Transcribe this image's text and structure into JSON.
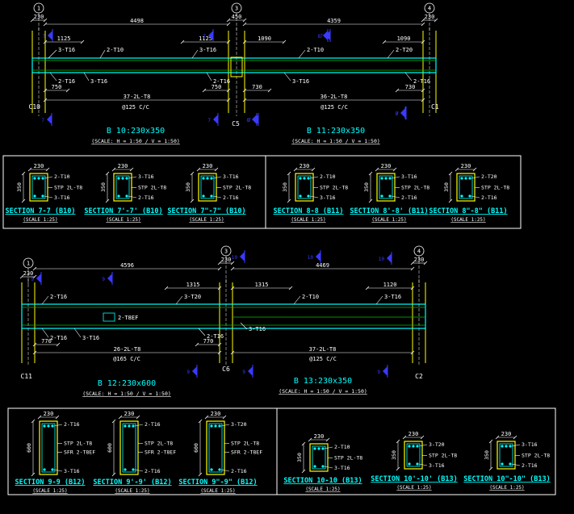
{
  "colors": {
    "background": "#000000",
    "dimension": "#ffffff",
    "beam": "#00ffff",
    "beam_inner": "#00c000",
    "column": "#ffff00",
    "section_title": "#00ffff",
    "scale_text": "#ffffff",
    "cut_marker": "#3a3aff",
    "rebar": "#00ffff",
    "frame": "#ffffff",
    "hatch": "#ff9900"
  },
  "elevation_top": {
    "axis_1": "1",
    "axis_3": "3",
    "axis_4": "4",
    "dim_col_left": "230",
    "dim_col_mid": "450",
    "dim_col_right": "230",
    "span_left": "4498",
    "span_right": "4359",
    "b10_top_left_len": "1125",
    "b10_top_right_len": "1125",
    "b11_top_left_len": "1090",
    "b11_top_right_len": "1090",
    "b10_bot_left_len": "750",
    "b10_bot_right_len": "750",
    "b11_bot_left_len": "730",
    "b11_bot_right_len": "730",
    "b10_t1": "3-T16",
    "b10_t2": "2-T10",
    "b10_t3": "3-T16",
    "b11_t1": "2-T10",
    "b11_t2": "2-T20",
    "b10_bot1": "2-T16",
    "b10_bot2": "3-T16",
    "b10_bot3": "2-T16",
    "b11_bot1": "3-T16",
    "b11_bot2": "2-T16",
    "b10_stirrup": "37-2L-T8",
    "b10_spacing": "@125 C/C",
    "b11_stirrup": "36-2L-T8",
    "b11_spacing": "@125 C/C",
    "col_left": "C10",
    "col_mid": "C5",
    "col_right": "C1",
    "cut_7": "7",
    "cut_8": "8",
    "b10_title": "B 10:230x350",
    "b10_scale": "(SCALE: H = 1:50 / V = 1:50)",
    "b11_title": "B 11:230x350",
    "b11_scale": "(SCALE: H = 1:50 / V = 1:50)"
  },
  "sections_top": [
    {
      "title": "SECTION 7-7 (B10)",
      "scale": "(SCALE 1:25)",
      "width": "230",
      "depth": "350",
      "top": "2-T10",
      "stirrup": "STP 2L-T8",
      "bottom": "3-T16"
    },
    {
      "title": "SECTION 7'-7' (B10)",
      "scale": "(SCALE 1:25)",
      "width": "230",
      "depth": "350",
      "top": "3-T16",
      "stirrup": "STP 2L-T8",
      "bottom": "2-T16"
    },
    {
      "title": "SECTION 7\"-7\" (B10)",
      "scale": "(SCALE 1:25)",
      "width": "230",
      "depth": "350",
      "top": "3-T16",
      "stirrup": "STP 2L-T8",
      "bottom": "2-T16"
    },
    {
      "title": "SECTION 8-8 (B11)",
      "scale": "(SCALE 1:25)",
      "width": "230",
      "depth": "350",
      "top": "2-T10",
      "stirrup": "STP 2L-T8",
      "bottom": "3-T16"
    },
    {
      "title": "SECTION 8'-8' (B11)",
      "scale": "(SCALE 1:25)",
      "width": "230",
      "depth": "350",
      "top": "3-T16",
      "stirrup": "STP 2L-T8",
      "bottom": "2-T16"
    },
    {
      "title": "SECTION 8\"-8\" (B11)",
      "scale": "(SCALE 1:25)",
      "width": "230",
      "depth": "350",
      "top": "2-T20",
      "stirrup": "STP 2L-T8",
      "bottom": "2-T16"
    }
  ],
  "elevation_bottom": {
    "axis_1": "1",
    "axis_3": "3",
    "axis_4": "4",
    "dim_col_left": "230",
    "dim_col_mid": "230",
    "dim_col_right": "230",
    "span_left": "4596",
    "span_right": "4469",
    "b12_top_len": "1315",
    "b13_top_left_len": "1315",
    "b13_top_right_len": "1120",
    "b12_bot_left_len": "770",
    "b12_bot_right_len": "770",
    "b12_t1": "2-T16",
    "b12_t2": "3-T20",
    "b12_sfr": "2-T8EF",
    "b13_t1": "2-T10",
    "b13_t2": "3-T16",
    "b12_bot1": "2-T16",
    "b12_bot2": "3-T16",
    "b12_bot3": "2-T16",
    "b13_bot1": "3-T16",
    "b12_stirrup": "26-2L-T8",
    "b12_spacing": "@165 C/C",
    "b13_stirrup": "37-2L-T8",
    "b13_spacing": "@125 C/C",
    "col_left": "C11",
    "col_mid": "C6",
    "col_right": "C2",
    "cut_9": "9",
    "cut_10": "10",
    "b12_title": "B 12:230x600",
    "b12_scale": "(SCALE: H = 1:50 / V = 1:50)",
    "b13_title": "B 13:230x350",
    "b13_scale": "(SCALE: H = 1:50 / V = 1:50)"
  },
  "sections_bottom_b12": [
    {
      "title": "SECTION 9-9 (B12)",
      "scale": "(SCALE 1:25)",
      "width": "230",
      "depth": "600",
      "top": "2-T16",
      "stirrup": "STP 2L-T8",
      "sfr": "SFR 2-T8EF",
      "bottom": "3-T16"
    },
    {
      "title": "SECTION 9'-9' (B12)",
      "scale": "(SCALE 1:25)",
      "width": "230",
      "depth": "600",
      "top": "2-T16",
      "stirrup": "STP 2L-T8",
      "sfr": "SFR 2-T8EF",
      "bottom": "2-T16"
    },
    {
      "title": "SECTION 9\"-9\" (B12)",
      "scale": "(SCALE 1:25)",
      "width": "230",
      "depth": "600",
      "top": "3-T20",
      "stirrup": "STP 2L-T8",
      "sfr": "SFR 2-T8EF",
      "bottom": "2-T16"
    }
  ],
  "sections_bottom_b13": [
    {
      "title": "SECTION 10-10 (B13)",
      "scale": "(SCALE 1:25)",
      "width": "230",
      "depth": "350",
      "top": "2-T10",
      "stirrup": "STP 2L-T8",
      "bottom": "3-T16"
    },
    {
      "title": "SECTION 10'-10' (B13)",
      "scale": "(SCALE 1:25)",
      "width": "230",
      "depth": "350",
      "top": "3-T20",
      "stirrup": "STP 2L-T8",
      "bottom": "3-T16"
    },
    {
      "title": "SECTION 10\"-10\" (B13)",
      "scale": "(SCALE 1:25)",
      "width": "230",
      "depth": "350",
      "top": "3-T16",
      "stirrup": "STP 2L-T8",
      "bottom": "2-T16"
    }
  ]
}
